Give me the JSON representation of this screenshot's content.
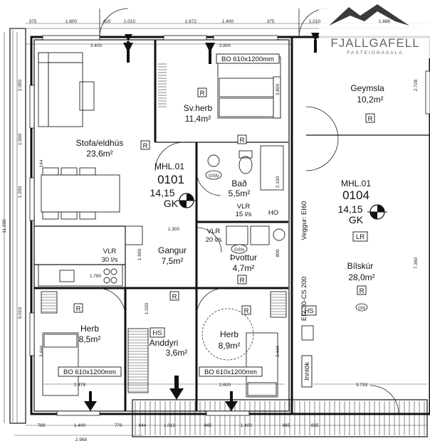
{
  "logo": {
    "name": "FJALLGAFELL",
    "sub": "FASTEIGNASALA",
    "colors": {
      "mountain": "#3a3a3a",
      "text": "#666666"
    }
  },
  "rooms": {
    "stofa": {
      "name": "Stofa/eldhús",
      "area": "23,6m²"
    },
    "svherb": {
      "name": "Sv.herb",
      "area": "11,4m²"
    },
    "bad": {
      "name": "Bað",
      "area": "5,5m²"
    },
    "gangur": {
      "name": "Gangur",
      "area": "7,5m²"
    },
    "thvottur": {
      "name": "Þvottur",
      "area": "4,7m²"
    },
    "herb1": {
      "name": "Herb",
      "area": "8,5m²"
    },
    "herb2": {
      "name": "Herb",
      "area": "8,9m²"
    },
    "anddyri": {
      "name": "Anddyri",
      "area": "3,6m²"
    },
    "geymsla": {
      "name": "Geymsla",
      "area": "10,2m²"
    },
    "bilskur": {
      "name": "Bílskúr",
      "area": "28,0m²"
    }
  },
  "units": {
    "u0101": {
      "mhl": "MHL.01",
      "num": "0101",
      "level": "14,15",
      "gk": "GK"
    },
    "u0104": {
      "mhl": "MHL.01",
      "num": "0104",
      "level": "14,15",
      "gk": "GK",
      "lr": "LR"
    }
  },
  "labels": {
    "bo": "BO 610x1200mm",
    "r": "R",
    "hs": "HS",
    "gsn": "GSN",
    "gn": "GN",
    "ho": "HO",
    "vlr15": [
      "VLR",
      "15 l/s"
    ],
    "vlr20": [
      "VLR",
      "20 l/s"
    ],
    "vlr30": [
      "VLR",
      "30 l/s"
    ],
    "veggur": "Veggur: EI60",
    "ei2": "EI2 30-CS 200",
    "inntok": "Inntök"
  },
  "dims": {
    "top": [
      "375",
      "1.800",
      "410",
      "1.010",
      "1.672",
      "1.400",
      "375",
      "1.010",
      "1.888"
    ],
    "top2": [
      "3.400",
      "3.800"
    ],
    "left": [
      "2.000",
      "1.500",
      "1.200",
      "6.010",
      "11.200",
      "144"
    ],
    "bottom": [
      "789",
      "1.400",
      "779",
      "644",
      "1.010",
      "845",
      "1.400",
      "845",
      "835"
    ],
    "bottom2": [
      "2.478",
      "2.600",
      "3.733"
    ],
    "bottom3": "2.968",
    "inner": [
      "1.300",
      "1.900",
      "1.030",
      "2.100",
      "800",
      "3.444",
      "3.444",
      "2.728",
      "7.360",
      "1.780",
      "3.800"
    ]
  }
}
